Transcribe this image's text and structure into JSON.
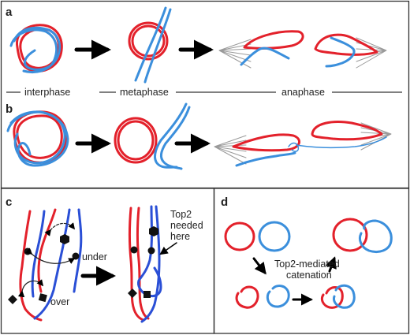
{
  "panels": {
    "a": {
      "letter": "a"
    },
    "b": {
      "letter": "b"
    },
    "c": {
      "letter": "c",
      "under": "under",
      "over": "over",
      "top2_line1": "Top2",
      "top2_line2": "needed",
      "top2_line3": "here"
    },
    "d": {
      "letter": "d",
      "catenation_line1": "Top2-mediated",
      "catenation_line2": "catenation"
    }
  },
  "phases": {
    "interphase": "interphase",
    "metaphase": "metaphase",
    "anaphase": "anaphase"
  },
  "colors": {
    "red": "#e3212b",
    "blue": "#3b8fdc",
    "dark_blue": "#2a4fd6",
    "spindle": "#9a9a9a",
    "border": "#333333"
  }
}
